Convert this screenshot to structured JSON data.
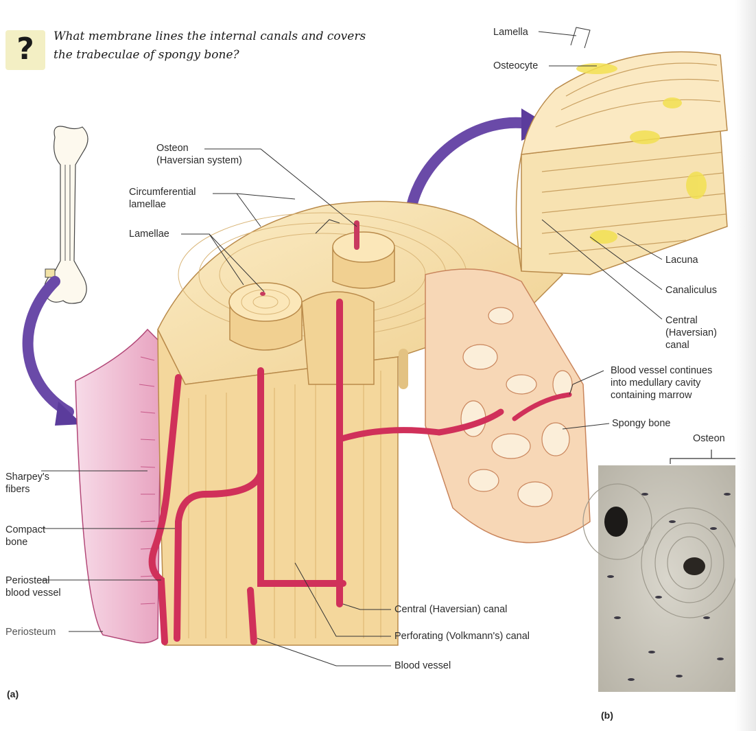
{
  "question": {
    "icon": "question-mark-icon",
    "text_line1": "What membrane lines the internal canals and covers",
    "text_line2": "the trabeculae of spongy bone?"
  },
  "labels": {
    "lamella": "Lamella",
    "osteocyte": "Osteocyte",
    "osteon_line1": "Osteon",
    "osteon_line2": "(Haversian system)",
    "circumferential_line1": "Circumferential",
    "circumferential_line2": "lamellae",
    "lamellae": "Lamellae",
    "lacuna": "Lacuna",
    "canaliculus": "Canaliculus",
    "central_line1": "Central",
    "central_line2": "(Haversian)",
    "central_line3": "canal",
    "bv_continues_line1": "Blood vessel continues",
    "bv_continues_line2": "into medullary cavity",
    "bv_continues_line3": "containing marrow",
    "spongy_bone": "Spongy bone",
    "osteon_micro": "Osteon",
    "sharpeys_line1": "Sharpey's",
    "sharpeys_line2": "fibers",
    "compact_line1": "Compact",
    "compact_line2": "bone",
    "periosteal_line1": "Periosteal",
    "periosteal_line2": "blood vessel",
    "periosteum": "Periosteum",
    "central_haversian_canal": "Central (Haversian) canal",
    "perforating_canal": "Perforating (Volkmann's) canal",
    "blood_vessel": "Blood vessel"
  },
  "panels": {
    "a": "(a)",
    "b": "(b)"
  },
  "colors": {
    "bone": "#f6dfa9",
    "bone_dark": "#e6c07e",
    "vessel": "#d0305a",
    "periosteum": "#e7a8c3",
    "arrow": "#6a4aa8",
    "micro_bg": "#c9c6bb"
  }
}
